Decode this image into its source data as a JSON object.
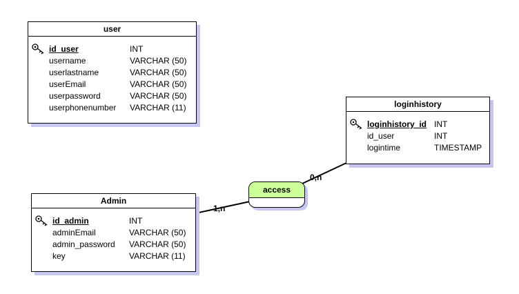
{
  "entities": {
    "user": {
      "title": "user",
      "pk": {
        "name": "id_user",
        "type": "INT"
      },
      "fields": [
        {
          "name": "username",
          "type": "VARCHAR (50)"
        },
        {
          "name": "userlastname",
          "type": "VARCHAR (50)"
        },
        {
          "name": "userEmail",
          "type": "VARCHAR (50)"
        },
        {
          "name": "userpassword",
          "type": "VARCHAR (50)"
        },
        {
          "name": "userphonenumber",
          "type": "VARCHAR (11)"
        }
      ]
    },
    "loginhistory": {
      "title": "loginhistory",
      "pk": {
        "name": "loginhistory_id",
        "type": "INT"
      },
      "fields": [
        {
          "name": "id_user",
          "type": "INT"
        },
        {
          "name": "logintime",
          "type": "TIMESTAMP"
        }
      ]
    },
    "admin": {
      "title": "Admin",
      "pk": {
        "name": "id_admin",
        "type": "INT"
      },
      "fields": [
        {
          "name": "adminEmail",
          "type": "VARCHAR (50)"
        },
        {
          "name": "admin_password",
          "type": "VARCHAR (50)"
        },
        {
          "name": "key",
          "type": "VARCHAR (11)"
        }
      ]
    }
  },
  "association": {
    "name": "access",
    "color": "#ccff99",
    "card_admin": "1,n",
    "card_loginhistory": "0,n"
  },
  "colors": {
    "shadow": "#c6c6f0",
    "stroke": "#000000"
  }
}
